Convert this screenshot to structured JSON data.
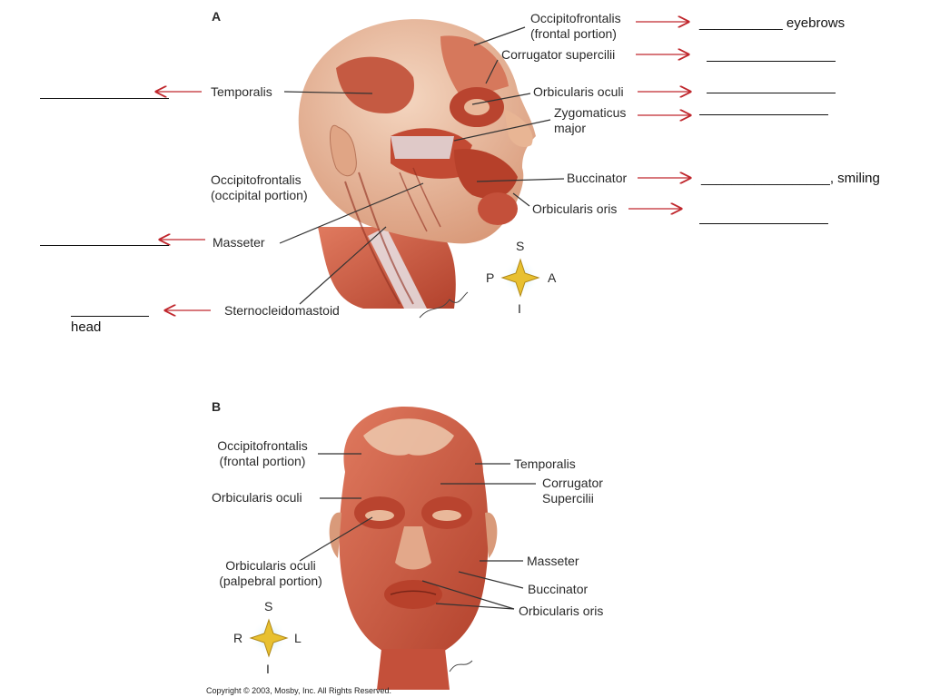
{
  "diagram_a": {
    "panel_label": "A",
    "labels": {
      "occipitofrontalis_frontal": [
        "Occipitofrontalis",
        "(frontal portion)"
      ],
      "corrugator": "Corrugator supercilii",
      "orbicularis_oculi": "Orbicularis oculi",
      "zygomaticus": [
        "Zygomaticus",
        "major"
      ],
      "buccinator": "Buccinator",
      "orbicularis_oris": "Orbicularis oris",
      "temporalis": "Temporalis",
      "occipitofrontalis_occipital": [
        "Occipitofrontalis",
        "(occipital portion)"
      ],
      "masseter": "Masseter",
      "sternocleidomastoid": "Sternocleidomastoid"
    },
    "compass": {
      "s": "S",
      "p": "P",
      "a": "A",
      "i": "I"
    }
  },
  "answer_blanks": {
    "eyebrows": "___________ eyebrows",
    "smiling": "_________________, smiling",
    "head": "head"
  },
  "diagram_b": {
    "panel_label": "B",
    "labels": {
      "occipitofrontalis_frontal": [
        "Occipitofrontalis",
        "(frontal portion)"
      ],
      "orbicularis_oculi": "Orbicularis oculi",
      "orbicularis_palpebral": [
        "Orbicularis oculi",
        "(palpebral portion)"
      ],
      "temporalis": "Temporalis",
      "corrugator": [
        "Corrugator",
        "Supercilii"
      ],
      "masseter": "Masseter",
      "buccinator": "Buccinator",
      "orbicularis_oris": "Orbicularis oris"
    },
    "compass": {
      "s": "S",
      "r": "R",
      "l": "L",
      "i": "I"
    }
  },
  "copyright": "Copyright © 2003, Mosby, Inc. All Rights Reserved.",
  "colors": {
    "arrow": "#c0272d",
    "muscle": "#c8553f",
    "muscle_dark": "#9a3325",
    "skin": "#e9b89a",
    "tendon": "#eef0f4",
    "compass_star": "#e8c030"
  }
}
